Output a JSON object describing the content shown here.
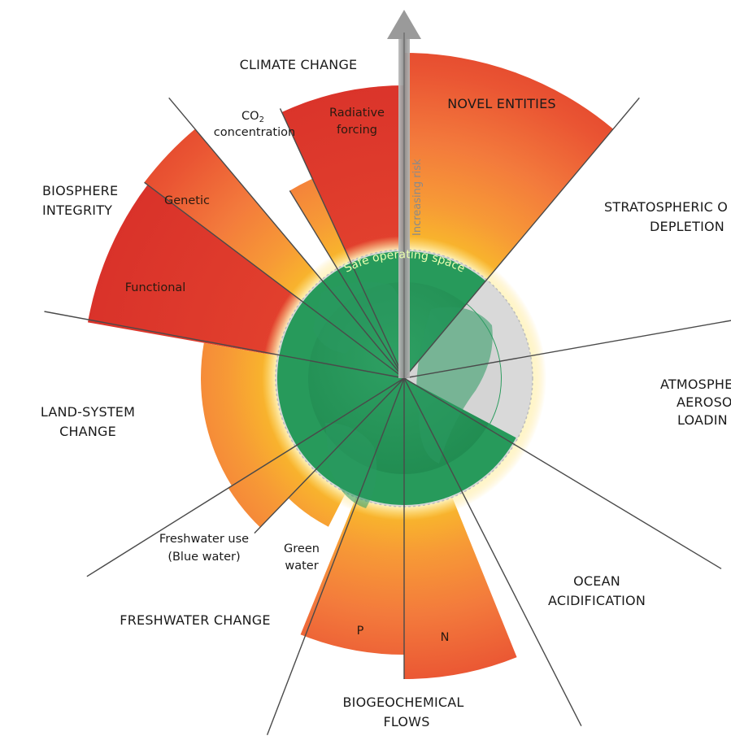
{
  "chart_data": {
    "type": "diagram",
    "central_label": "Safe operating space",
    "axis_label": "Increasing risk",
    "boundaries": [
      {
        "name": "CLIMATE CHANGE",
        "sub_boundaries": [
          "CO2 concentration",
          "Radiative forcing"
        ]
      },
      {
        "name": "NOVEL ENTITIES"
      },
      {
        "name": "STRATOSPHERIC OZONE DEPLETION"
      },
      {
        "name": "ATMOSPHERIC AEROSOL LOADING"
      },
      {
        "name": "OCEAN ACIDIFICATION"
      },
      {
        "name": "BIOGEOCHEMICAL FLOWS",
        "sub_boundaries": [
          "P",
          "N"
        ]
      },
      {
        "name": "FRESHWATER CHANGE",
        "sub_boundaries": [
          "Freshwater use (Blue water)",
          "Green water"
        ]
      },
      {
        "name": "LAND-SYSTEM CHANGE"
      },
      {
        "name": "BIOSPHERE INTEGRITY",
        "sub_boundaries": [
          "Genetic",
          "Functional"
        ]
      }
    ]
  },
  "labels": {
    "climate": "CLIMATE CHANGE",
    "co2_line1": "CO",
    "co2_sub": "2",
    "co2_line2": "concentration",
    "radiative_line1": "Radiative",
    "radiative_line2": "forcing",
    "novel": "NOVEL ENTITIES",
    "ozone_line1": "STRATOSPHERIC O",
    "ozone_line2": "DEPLETION",
    "aerosol_line1": "ATMOSPHE",
    "aerosol_line2": "AEROSO",
    "aerosol_line3": "LOADIN",
    "ocean_line1": "OCEAN",
    "ocean_line2": "ACIDIFICATION",
    "biogeo_line1": "BIOGEOCHEMICAL",
    "biogeo_line2": "FLOWS",
    "p": "P",
    "n": "N",
    "freshwater": "FRESHWATER CHANGE",
    "blue_line1": "Freshwater use",
    "blue_line2": "(Blue water)",
    "green_line1": "Green",
    "green_line2": "water",
    "land_line1": "LAND-SYSTEM",
    "land_line2": "CHANGE",
    "biosphere_line1": "BIOSPHERE",
    "biosphere_line2": "INTEGRITY",
    "genetic": "Genetic",
    "functional": "Functional"
  }
}
